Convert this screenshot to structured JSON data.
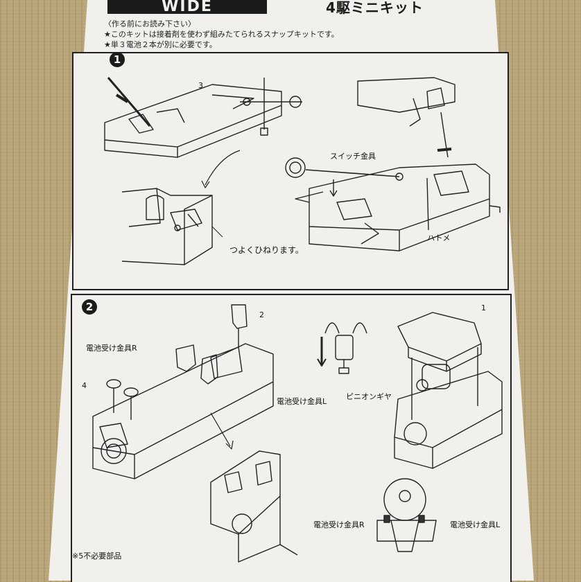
{
  "header": {
    "brand": "WIDE",
    "kit_title": "4駆ミニキット"
  },
  "intro": {
    "line1": "〈作る前にお読み下さい〉",
    "line2": "★このキットは接着剤を使わず組みたてられるスナップキットです。",
    "line3": "★単３電池２本が別に必要です。"
  },
  "step1": {
    "number": "1",
    "part_number": "3",
    "switch_label": "スイッチ金具",
    "eyelet_label": "ハトメ",
    "twist_label": "つよくひねります。"
  },
  "step2": {
    "number": "2",
    "part2": "2",
    "part1": "1",
    "part4": "4",
    "battery_r": "電池受け金具R",
    "battery_l": "電池受け金具L",
    "pinion": "ピニオンギヤ",
    "battery_r_bottom": "電池受け金具R",
    "battery_l_bottom": "電池受け金具L",
    "note": "※5不必要部品"
  }
}
